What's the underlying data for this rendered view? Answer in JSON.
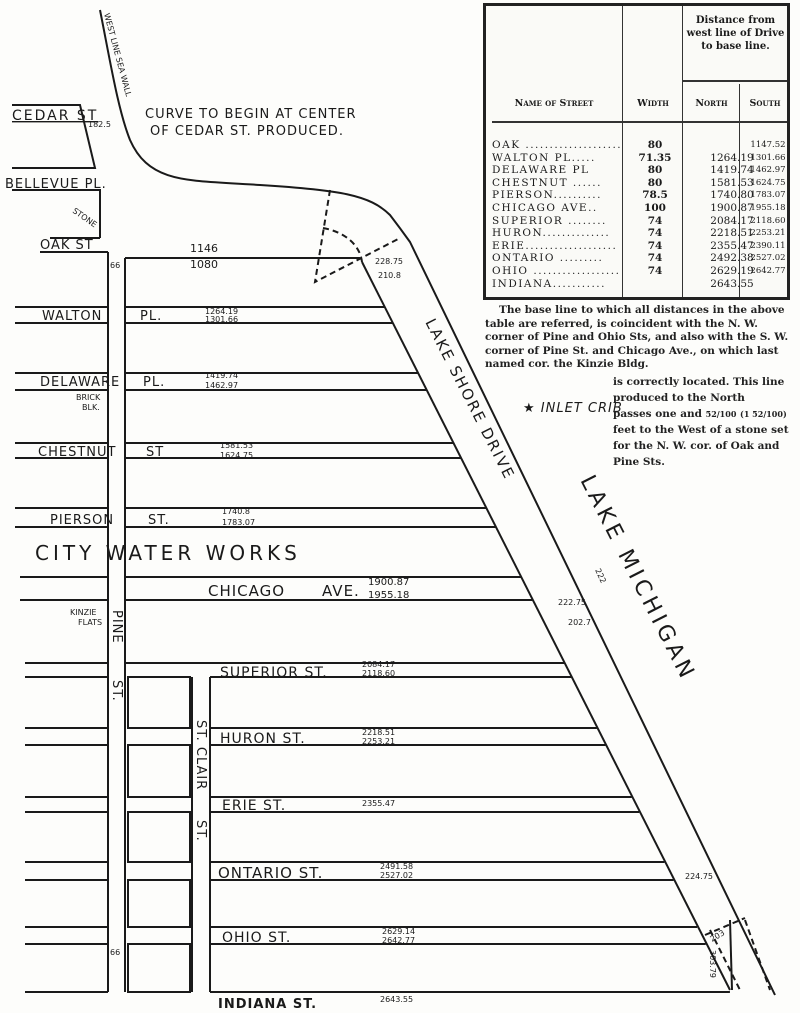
{
  "map": {
    "sea_wall": "WEST LINE SEA WALL",
    "curve_note_1": "CURVE TO BEGIN AT CENTER",
    "curve_note_2": "OF CEDAR ST. PRODUCED.",
    "cedar": "CEDAR ST",
    "cedar_dist": "182.5",
    "bellevue": "BELLEVUE PL.",
    "stone": "STONE",
    "oak": "OAK ST",
    "oak_width": "66",
    "oak_n": "1146",
    "oak_s": "1080",
    "oak_drive_1": "228.75",
    "oak_drive_2": "210.8",
    "walton": "WALTON",
    "walton_pl": "PL.",
    "walton_n": "1264.19",
    "walton_s": "1301.66",
    "delaware": "DELAWARE",
    "delaware_pl": "PL.",
    "delaware_n": "1419.74",
    "delaware_s": "1462.97",
    "brick_1": "BRICK",
    "brick_2": "BLK.",
    "chestnut": "CHESTNUT",
    "chestnut_st": "ST",
    "chestnut_n": "1581.53",
    "chestnut_s": "1624.75",
    "pierson": "PIERSON",
    "pierson_st": "ST.",
    "pierson_n": "1740.8",
    "pierson_s": "1783.07",
    "water_works": "CITY WATER WORKS",
    "chicago": "CHICAGO",
    "chicago_ave": "AVE.",
    "chicago_n": "1900.87",
    "chicago_s": "1955.18",
    "kinzie_1": "KINZIE",
    "kinzie_2": "FLATS",
    "pine": "PINE",
    "pine_st": "ST.",
    "superior": "SUPERIOR ST.",
    "superior_n": "2084.17",
    "superior_s": "2118.60",
    "st_clair": "ST. CLAIR",
    "st_clair_st": "ST.",
    "huron": "HURON ST.",
    "huron_n": "2218.51",
    "huron_s": "2253.21",
    "erie": "ERIE ST.",
    "erie_n": "2355.47",
    "ontario": "ONTARIO ST.",
    "ontario_n": "2491.58",
    "ontario_s": "2527.02",
    "ohio": "OHIO ST.",
    "ohio_n": "2629.14",
    "ohio_s": "2642.77",
    "ohio_width": "66",
    "indiana": "INDIANA ST.",
    "indiana_n": "2643.55",
    "lake_shore_drive": "LAKE SHORE DRIVE",
    "lake_michigan": "LAKE MICHIGAN",
    "inlet_crib": "INLET CRIB",
    "chicago_drive_1": "222.75",
    "chicago_drive_2": "202.7",
    "chicago_drive_3": "222",
    "ontario_drive": "224.75",
    "ohio_drive": "203",
    "indiana_drive": "303.79"
  },
  "table": {
    "header_name": "Name of Street",
    "header_width": "Width",
    "header_distance": "Distance from west line of Drive to base line.",
    "header_north": "North",
    "header_south": "South",
    "rows": [
      {
        "name": "OAK ....................",
        "width": "80",
        "north": "",
        "south": "1147.52"
      },
      {
        "name": "WALTON PL.....",
        "width": "71.35",
        "north": "1264.19",
        "south": "1301.66"
      },
      {
        "name": "DELAWARE PL",
        "width": "80",
        "north": "1419.74",
        "south": "1462.97"
      },
      {
        "name": "CHESTNUT ......",
        "width": "80",
        "north": "1581.53",
        "south": "1624.75"
      },
      {
        "name": "PIERSON..........",
        "width": "78.5",
        "north": "1740.80",
        "south": "1783.07"
      },
      {
        "name": "CHICAGO AVE..",
        "width": "100",
        "north": "1900.87",
        "south": "1955.18"
      },
      {
        "name": "SUPERIOR ........",
        "width": "74",
        "north": "2084.17",
        "south": "2118.60"
      },
      {
        "name": "HURON..............",
        "width": "74",
        "north": "2218.51",
        "south": "2253.21"
      },
      {
        "name": "ERIE...................",
        "width": "74",
        "north": "2355.47",
        "south": "2390.11"
      },
      {
        "name": "ONTARIO .........",
        "width": "74",
        "north": "2492.38",
        "south": "2527.02"
      },
      {
        "name": "OHIO ..................",
        "width": "74",
        "north": "2629.19",
        "south": "2642.77"
      },
      {
        "name": "INDIANA...........",
        "width": "",
        "north": "2643.55",
        "south": ""
      }
    ]
  },
  "note": {
    "para": "The base line to which all distances in the above table are referred, is coincident with the N. W. corner of Pine and Ohio Sts, and also with the S. W. corner of Pine St. and Chicago Ave., on which last named cor. the Kinzie Bldg.",
    "cont1": "is correctly located. This line produced to the North",
    "cont2a": "passes one and",
    "frac1": "52/100",
    "frac2": "(1 52/100)",
    "cont3": "feet to the West of a stone set for the N. W. cor. of Oak and Pine Sts."
  }
}
